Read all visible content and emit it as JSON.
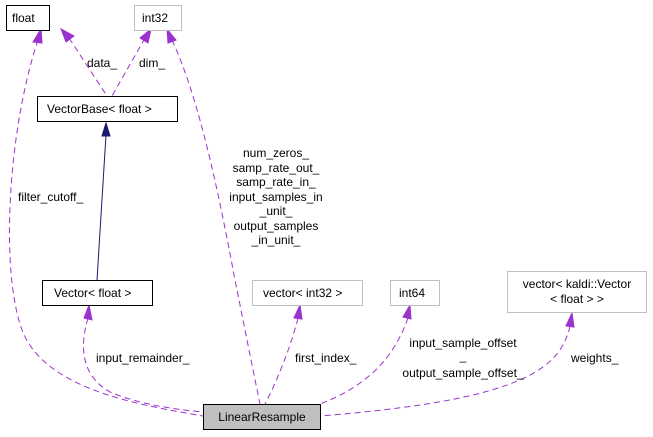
{
  "nodes": {
    "float": "float",
    "int32": "int32",
    "vectorbase": "VectorBase< float >",
    "vector": "Vector< float >",
    "vector_int32": "vector< int32 >",
    "int64": "int64",
    "vector_kaldi_line1": "vector< kaldi::Vector",
    "vector_kaldi_line2": "< float > >",
    "linear_resample": "LinearResample"
  },
  "edge_labels": {
    "data": "data_",
    "dim": "dim_",
    "filter_cutoff": "filter_cutoff_",
    "int32_members": [
      "num_zeros_",
      "samp_rate_out_",
      "samp_rate_in_",
      "input_samples_in",
      "_unit_",
      "output_samples",
      "_in_unit_"
    ],
    "input_remainder": "input_remainder_",
    "first_index": "first_index_",
    "int64_members": [
      "input_sample_offset",
      "_",
      "output_sample_offset_"
    ],
    "weights": "weights_"
  },
  "colors": {
    "member_edge": "#9a32cd",
    "inherit_edge": "#191970",
    "focus_node_fill": "#bfbfbf",
    "external_node_border": "#bfbfbf"
  }
}
